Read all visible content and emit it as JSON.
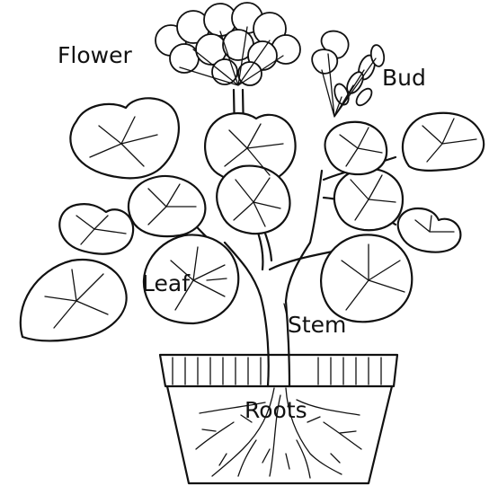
{
  "diagram": {
    "labels": {
      "flower": "Flower",
      "bud": "Bud",
      "leaf": "Leaf",
      "stem": "Stem",
      "roots": "Roots"
    }
  }
}
